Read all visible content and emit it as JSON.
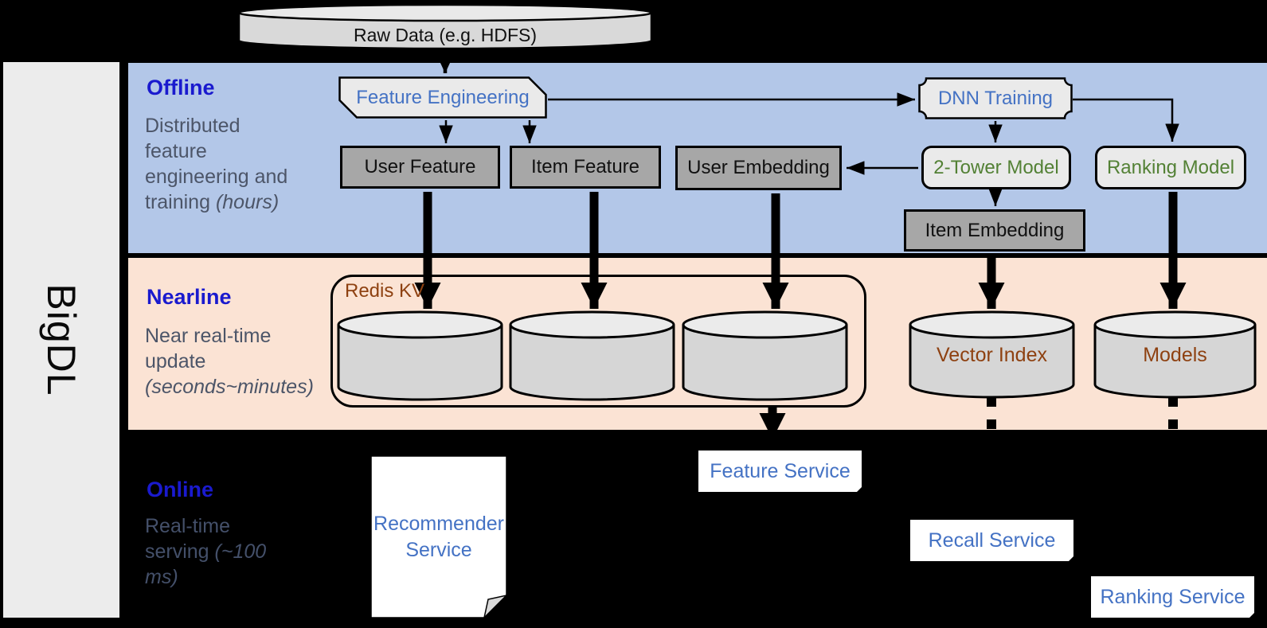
{
  "sidebar": {
    "title": "BigDL"
  },
  "top": {
    "raw_data": "Raw Data (e.g. HDFS)"
  },
  "sections": {
    "offline": {
      "title": "Offline",
      "subtitle": "Distributed feature engineering and training",
      "subtitle_italic": "(hours)"
    },
    "nearline": {
      "title": "Nearline",
      "subtitle": "Near real-time update",
      "subtitle_italic": "(seconds~minutes)"
    },
    "online": {
      "title": "Online",
      "subtitle": "Real-time serving",
      "subtitle_italic": "(~100 ms)"
    }
  },
  "offline": {
    "feature_engineering": "Feature Engineering",
    "dnn_training": "DNN Training",
    "user_feature": "User Feature",
    "item_feature": "Item Feature",
    "user_embedding": "User Embedding",
    "two_tower_model": "2-Tower Model",
    "ranking_model": "Ranking Model",
    "item_embedding": "Item Embedding"
  },
  "nearline": {
    "redis_kv": "Redis KV",
    "vector_index": "Vector Index",
    "models": "Models"
  },
  "online": {
    "recommender_service": "Recommender Service",
    "feature_service": "Feature Service",
    "recall_service": "Recall Service",
    "ranking_service": "Ranking Service"
  },
  "colors": {
    "offline_band": "#b3c7e8",
    "nearline_band": "#fbe3d4",
    "online_band": "#000000",
    "title_blue": "#1a1ace",
    "shape_text_blue": "#4472c4",
    "model_text_green": "#538135",
    "storage_text_brown": "#8e4111",
    "gray_box": "#a7a7a7",
    "light_shape": "#eaeaea"
  }
}
